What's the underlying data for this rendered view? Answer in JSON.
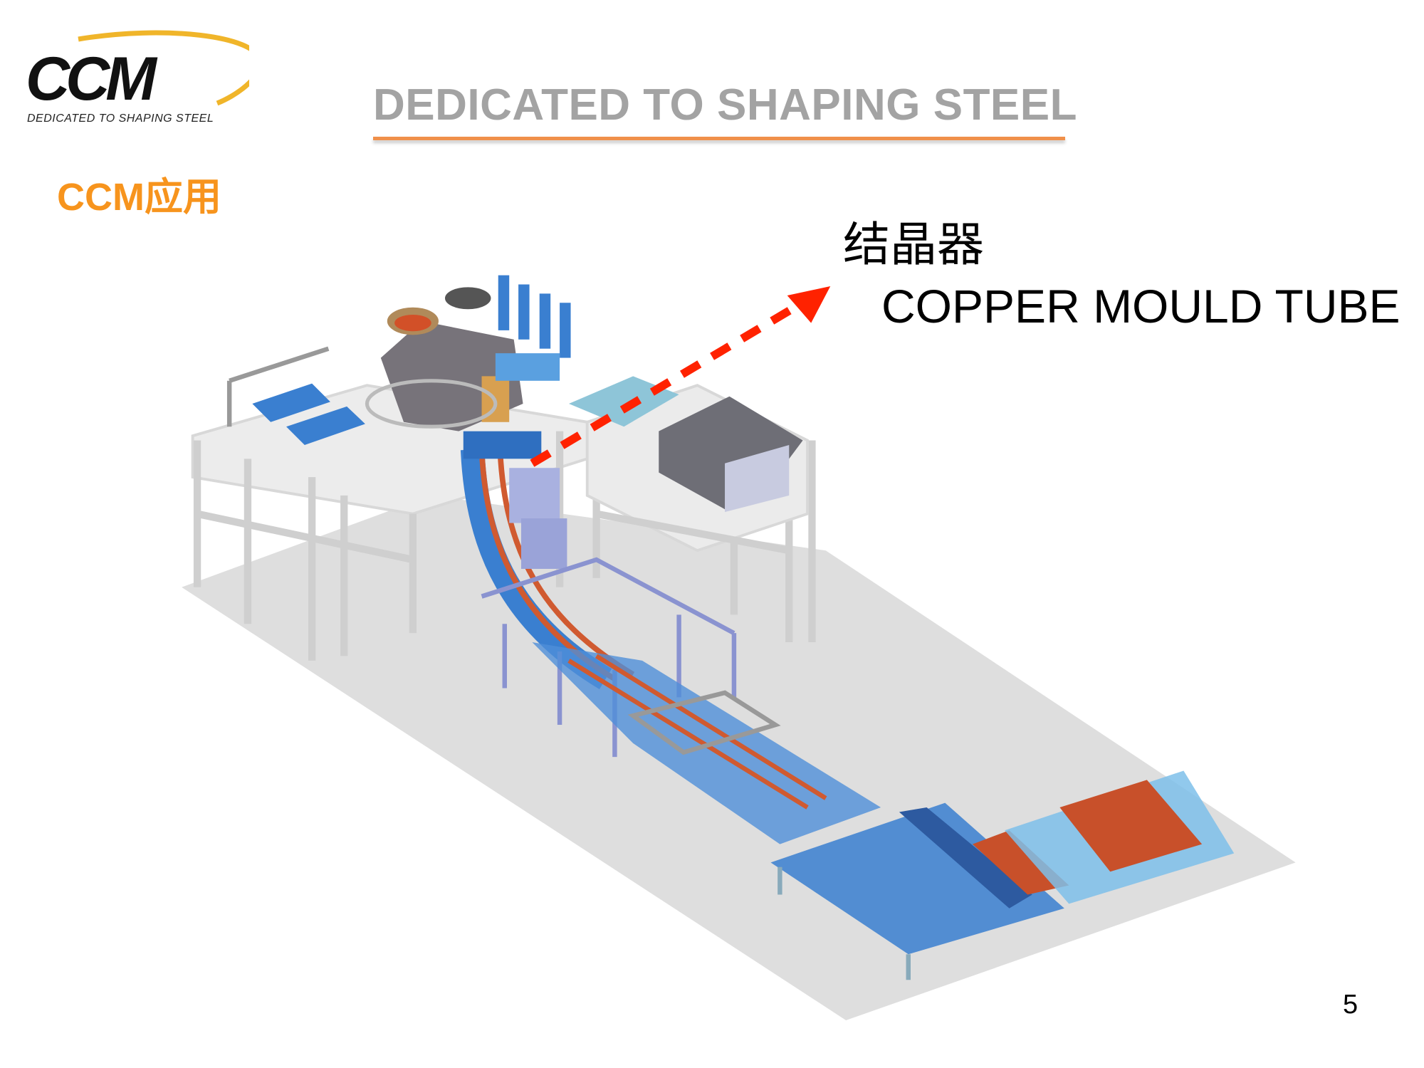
{
  "logo": {
    "wordmark": "CCM",
    "tagline": "DEDICATED TO SHAPING STEEL"
  },
  "header": {
    "title": "DEDICATED TO SHAPING STEEL"
  },
  "section_title": "CCM应用",
  "callout": {
    "label_cn": "结晶器",
    "label_en": "COPPER MOULD TUBE"
  },
  "page_number": "5",
  "colors": {
    "accent_orange": "#f7941d",
    "rule": "#f0904a",
    "arrow": "#ff2200",
    "equipment_blue": "#3a7fd0",
    "billet_red": "#c8502a"
  }
}
